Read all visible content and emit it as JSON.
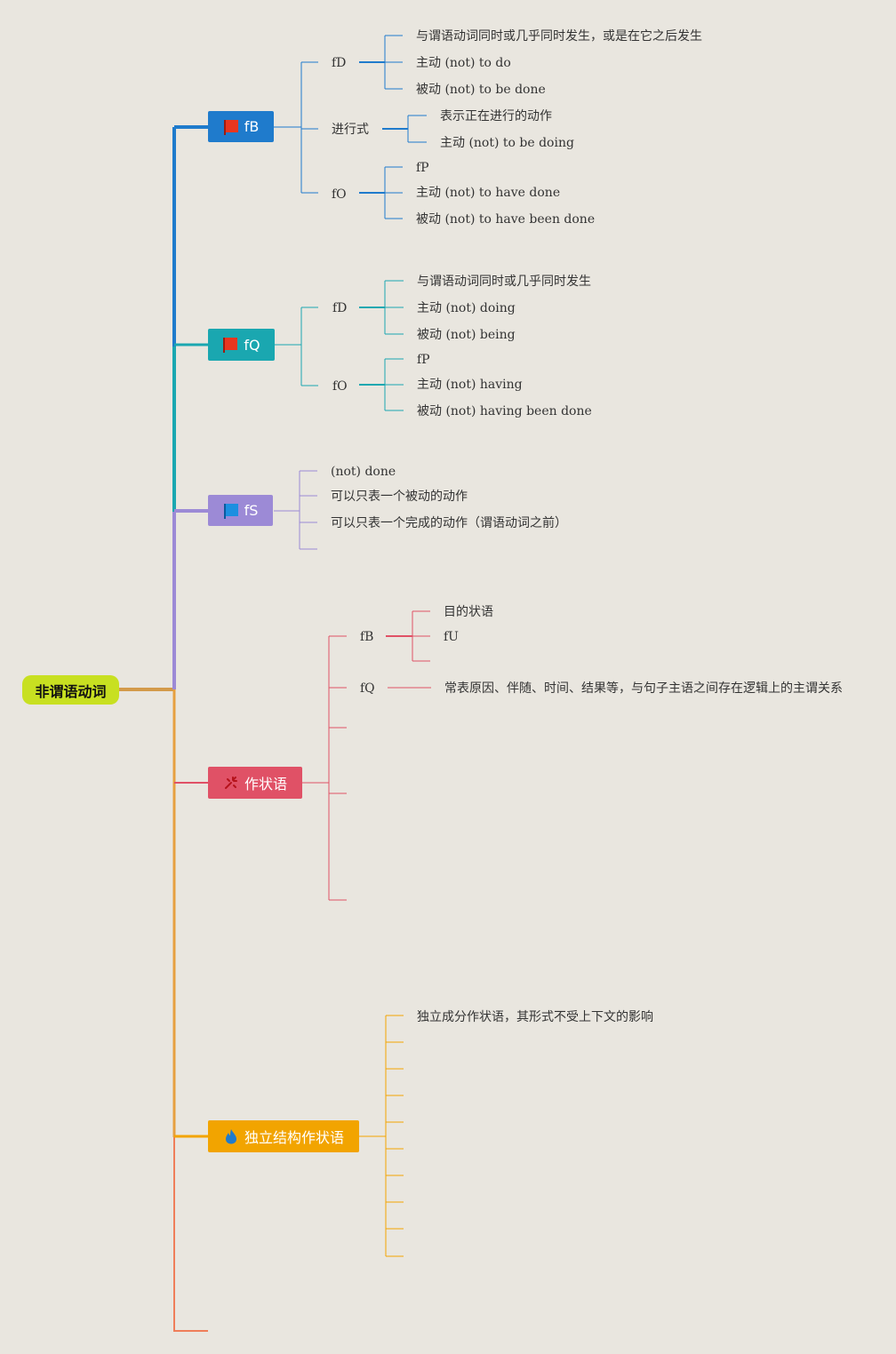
{
  "root": {
    "label": "非谓语动词"
  },
  "colors": {
    "blue": "#1f7bcc",
    "teal": "#1aa7b0",
    "purple": "#9c8ad6",
    "red": "#e05166",
    "orange": "#f2a400",
    "root": "#c8e021",
    "line_orange": "#e6a040",
    "line_salmon": "#ef7e5a"
  },
  "branches": {
    "b1": {
      "label": "fB",
      "icon": "red-flag-icon",
      "groups": [
        {
          "label": "fD",
          "items": [
            "与谓语动词同时或几乎同时发生，或是在它之后发生",
            "主动 (not) to do",
            "被动 (not) to be done"
          ]
        },
        {
          "label": "进行式",
          "items": [
            "表示正在进行的动作",
            "主动 (not) to be doing"
          ]
        },
        {
          "label": "fO",
          "items": [
            "fP",
            "主动 (not) to have done",
            "被动 (not) to have been done"
          ]
        }
      ]
    },
    "b2": {
      "label": "fQ",
      "icon": "red-flag-icon",
      "groups": [
        {
          "label": "fD",
          "items": [
            "与谓语动词同时或几乎同时发生",
            "主动 (not) doing",
            "被动 (not) being"
          ]
        },
        {
          "label": "fO",
          "items": [
            "fP",
            "主动 (not) having",
            "被动 (not) having been done"
          ]
        }
      ]
    },
    "b3": {
      "label": "fS",
      "icon": "blue-flag-icon",
      "items": [
        "(not) done",
        "可以只表一个被动的动作",
        "可以只表一个完成的动作（谓语动词之前）"
      ]
    },
    "b4": {
      "label": "作状语",
      "icon": "fireworks-icon",
      "groups": [
        {
          "label": "fB",
          "items": [
            "目的状语",
            "fU"
          ]
        },
        {
          "label": "fQ",
          "items": [
            "常表原因、伴随、时间、结果等，与句子主语之间存在逻辑上的主谓关系"
          ]
        }
      ]
    },
    "b5": {
      "label": "独立结构作状语",
      "icon": "flame-icon",
      "items": [
        "独立成分作状语，其形式不受上下文的影响"
      ]
    }
  }
}
